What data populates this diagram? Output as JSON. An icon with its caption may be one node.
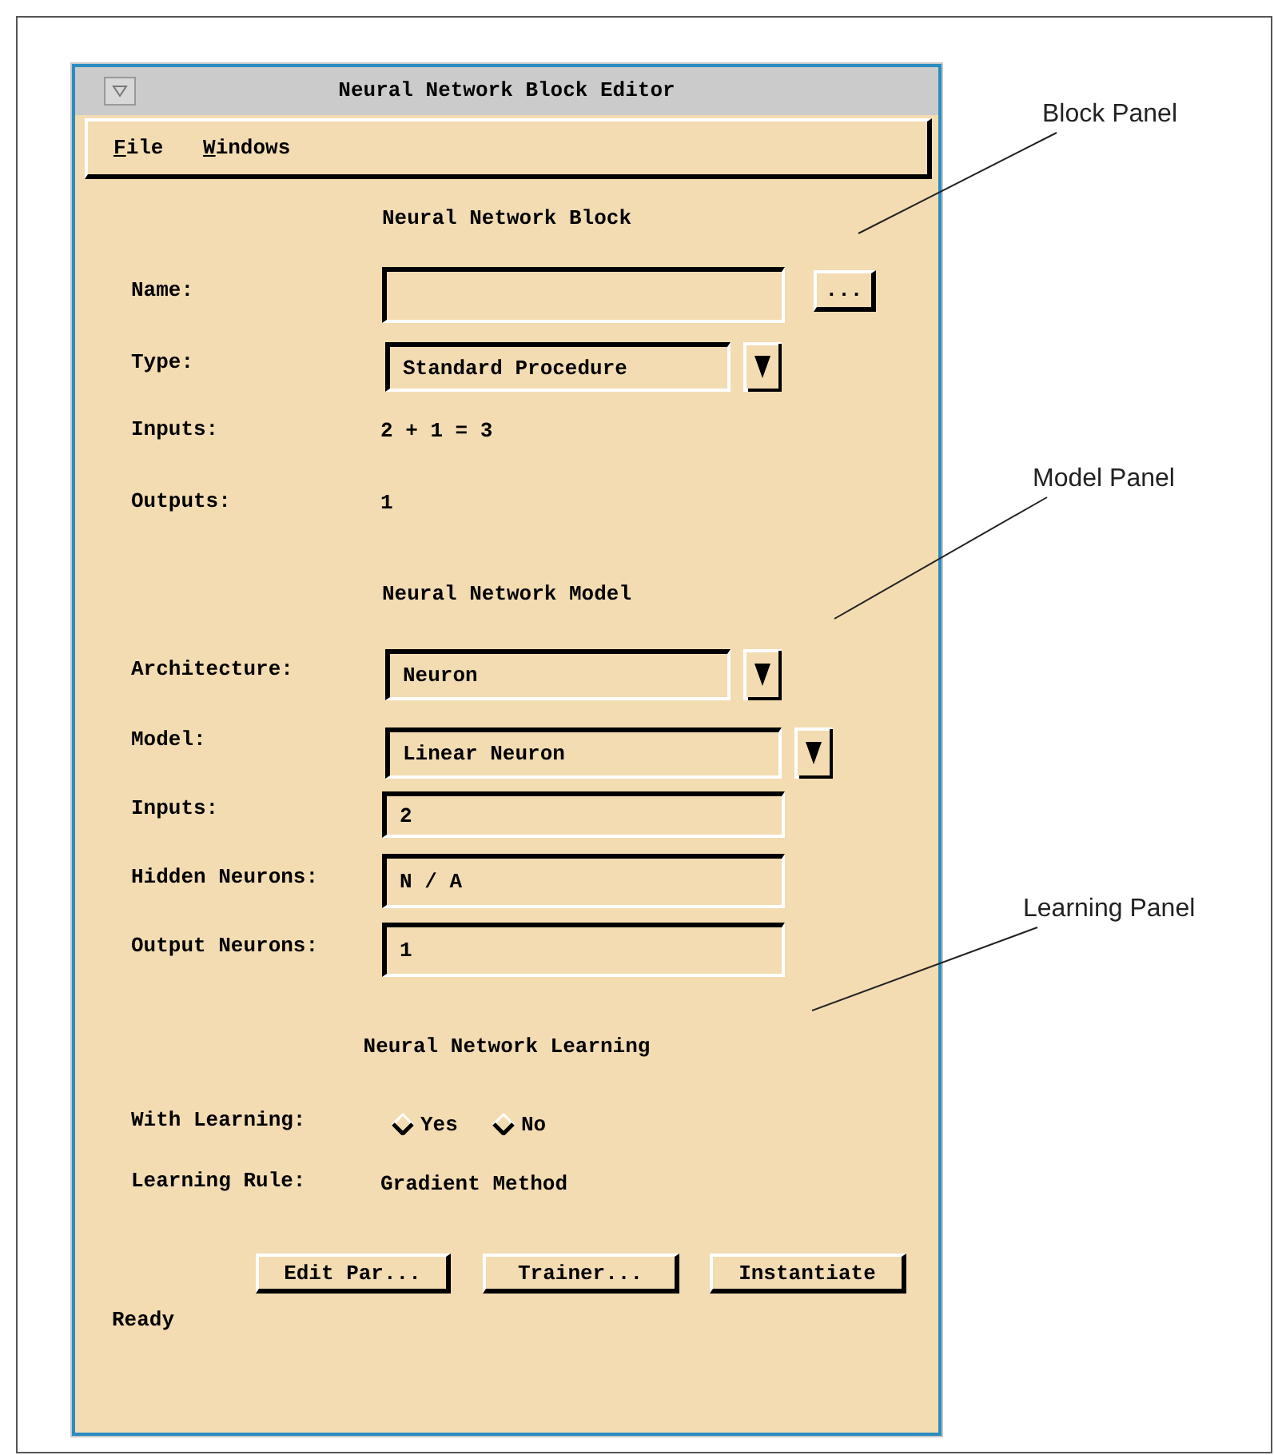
{
  "diagram": {
    "nodes": [
      {
        "text": [
          "Block Panel"
        ]
      },
      {
        "text": [
          "Model Panel"
        ]
      },
      {
        "text": [
          "Learning Panel"
        ]
      }
    ],
    "edges": [
      {
        "from": 0,
        "to": null,
        "arrow": "none"
      },
      {
        "from": 1,
        "to": null,
        "arrow": "none"
      },
      {
        "from": 2,
        "to": null,
        "arrow": "none"
      }
    ],
    "labels": [
      "Neural Network Block Editor",
      "File",
      "Windows",
      "Neural Network Block",
      "Name:",
      "...",
      "Type:",
      "Standard Procedure",
      "Inputs:",
      "2 + 1 = 3",
      "Outputs:",
      "1",
      "Neural Network Model",
      "Architecture:",
      "Neuron",
      "Model:",
      "Linear Neuron",
      "Inputs:",
      "2",
      "Hidden Neurons:",
      "N / A",
      "Output Neurons:",
      "1",
      "Neural Network Learning",
      "With Learning:",
      "Yes",
      "No",
      "Learning Rule:",
      "Gradient Method",
      "Edit Par...",
      "Trainer...",
      "Instantiate",
      "Ready"
    ]
  }
}
